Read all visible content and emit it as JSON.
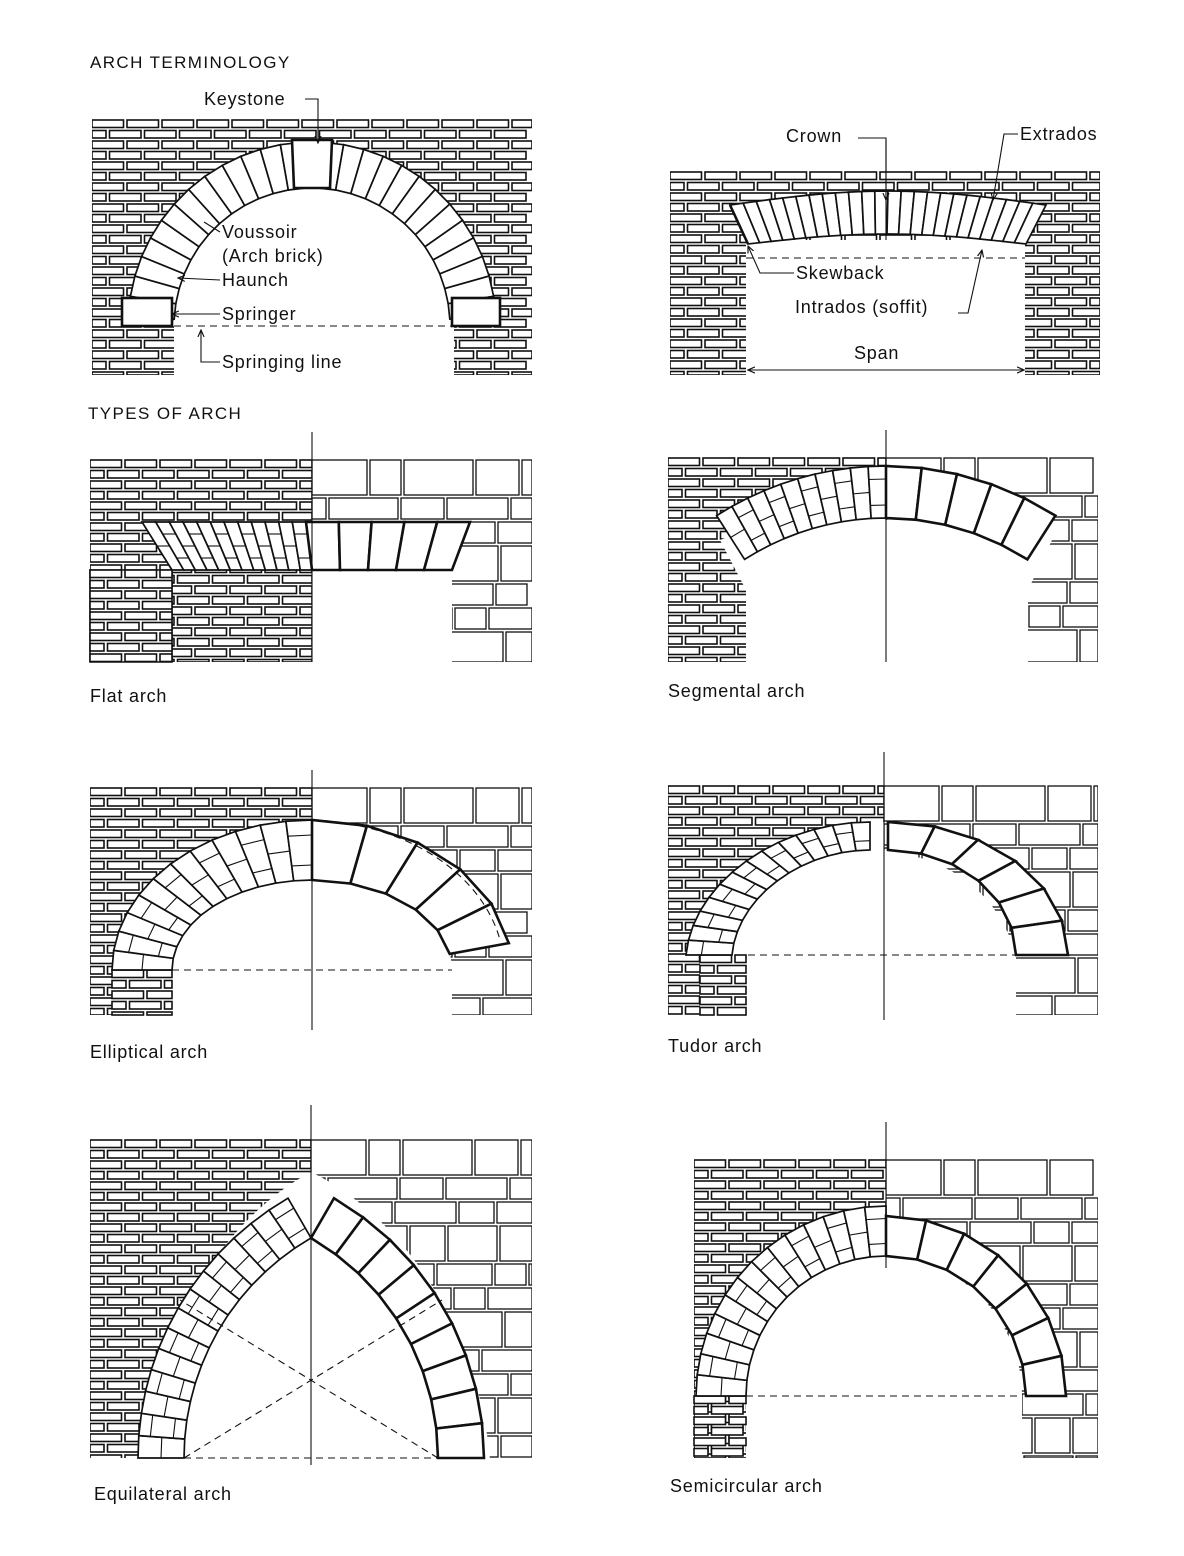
{
  "headings": {
    "terminology": "ARCH TERMINOLOGY",
    "types": "TYPES OF ARCH"
  },
  "terms_left": {
    "keystone": "Keystone",
    "voussoir_1": "Voussoir",
    "voussoir_2": "(Arch brick)",
    "haunch": "Haunch",
    "springer": "Springer",
    "springing_line": "Springing line"
  },
  "terms_right": {
    "crown": "Crown",
    "extrados": "Extrados",
    "skewback": "Skewback",
    "intrados": "Intrados (soffit)",
    "span": "Span"
  },
  "arch_types": [
    {
      "kind": "flat",
      "caption": "Flat arch"
    },
    {
      "kind": "segmental",
      "caption": "Segmental arch"
    },
    {
      "kind": "elliptical",
      "caption": "Elliptical arch"
    },
    {
      "kind": "tudor",
      "caption": "Tudor arch"
    },
    {
      "kind": "equilateral",
      "caption": "Equilateral arch"
    },
    {
      "kind": "semicircular",
      "caption": "Semicircular arch"
    }
  ]
}
